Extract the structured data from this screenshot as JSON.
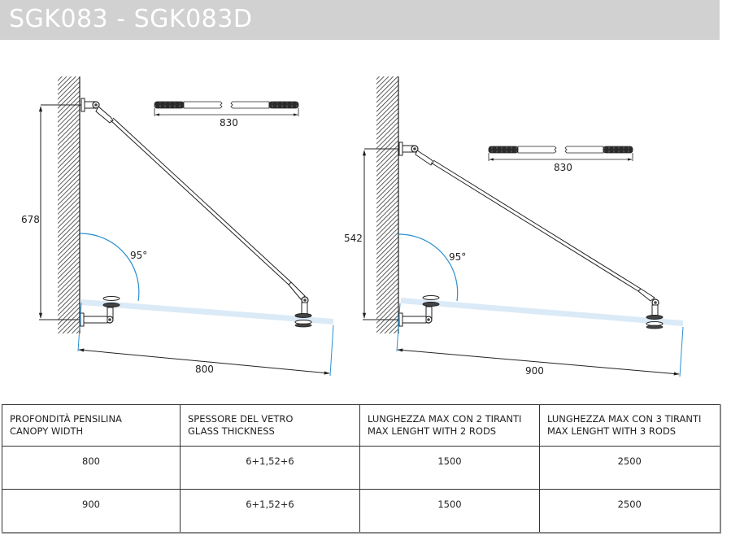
{
  "header": {
    "title": "SGK083 - SGK083D"
  },
  "colors": {
    "title_bar_bg": "#d1d1d1",
    "title_text": "#ffffff",
    "angle_arc": "#2a8fd0",
    "glass": "#dbeaf7",
    "line": "#222222"
  },
  "drawings": [
    {
      "id": "drawing-800",
      "rod_length_label": "830",
      "height_label": "678",
      "angle_label": "95°",
      "width_label": "800"
    },
    {
      "id": "drawing-900",
      "rod_length_label": "830",
      "height_label": "542",
      "angle_label": "95°",
      "width_label": "900"
    }
  ],
  "table": {
    "headers": [
      {
        "line1": "PROFONDITÀ PENSILINA",
        "line2": "CANOPY WIDTH"
      },
      {
        "line1": "SPESSORE DEL VETRO",
        "line2": "GLASS THICKNESS"
      },
      {
        "line1": "LUNGHEZZA MAX CON 2 TIRANTI",
        "line2": "MAX LENGHT WITH 2 RODS"
      },
      {
        "line1": "LUNGHEZZA MAX CON 3 TIRANTI",
        "line2": "MAX LENGHT WITH 3 RODS"
      }
    ],
    "rows": [
      [
        "800",
        "6+1,52+6",
        "1500",
        "2500"
      ],
      [
        "900",
        "6+1,52+6",
        "1500",
        "2500"
      ]
    ]
  }
}
